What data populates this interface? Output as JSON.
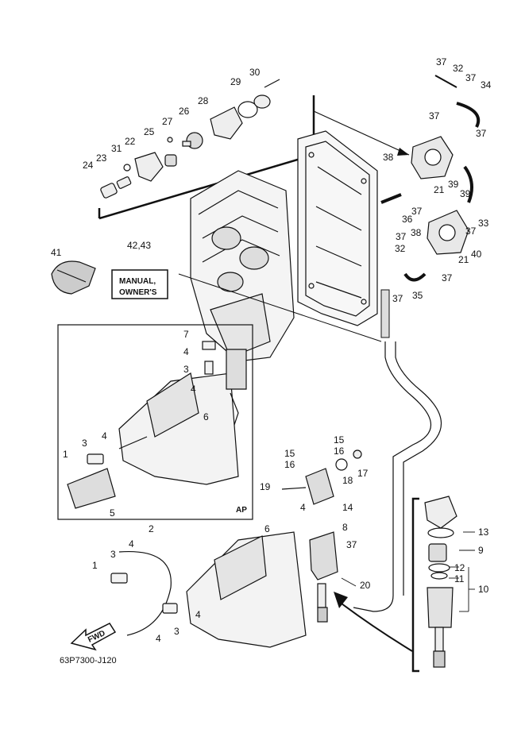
{
  "diagram": {
    "callouts": [
      "1",
      "2",
      "3",
      "4",
      "5",
      "6",
      "7",
      "8",
      "9",
      "10",
      "11",
      "12",
      "13",
      "14",
      "15",
      "16",
      "17",
      "18",
      "19",
      "20",
      "21",
      "22",
      "23",
      "24",
      "25",
      "26",
      "27",
      "28",
      "29",
      "30",
      "31",
      "32",
      "33",
      "34",
      "35",
      "36",
      "37",
      "38",
      "39",
      "40",
      "41",
      "42,43"
    ],
    "manual_label_line1": "MANUAL,",
    "manual_label_line2": "OWNER'S",
    "inset_label": "AP",
    "fwd_label": "FWD",
    "drawing_code": "63P7300-J120"
  },
  "colors": {
    "ink": "#111111",
    "paper": "#ffffff",
    "shade": "#cfcfcf"
  }
}
